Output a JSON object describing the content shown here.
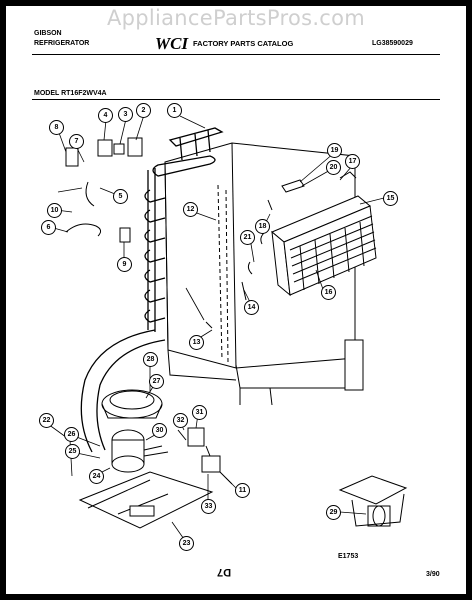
{
  "watermark": "AppliancePartsPros.com",
  "header": {
    "brand_line1": "GIBSON",
    "brand_line2": "REFRIGERATOR",
    "logo": "WCI",
    "catalog": "FACTORY PARTS CATALOG",
    "code": "LG38590029",
    "model": "MODEL RT16F2WV4A"
  },
  "footer": {
    "diagram_id": "E1753",
    "page": "D7",
    "date": "3/90"
  },
  "callouts": [
    "1",
    "2",
    "3",
    "4",
    "5",
    "6",
    "7",
    "8",
    "9",
    "10",
    "11",
    "12",
    "13",
    "14",
    "15",
    "16",
    "17",
    "18",
    "19",
    "20",
    "21",
    "22",
    "23",
    "24",
    "25",
    "26",
    "27",
    "28",
    "29",
    "30",
    "31",
    "32",
    "33"
  ],
  "colors": {
    "ink": "#000000",
    "paper": "#ffffff",
    "watermark": "#cfcfcf"
  }
}
